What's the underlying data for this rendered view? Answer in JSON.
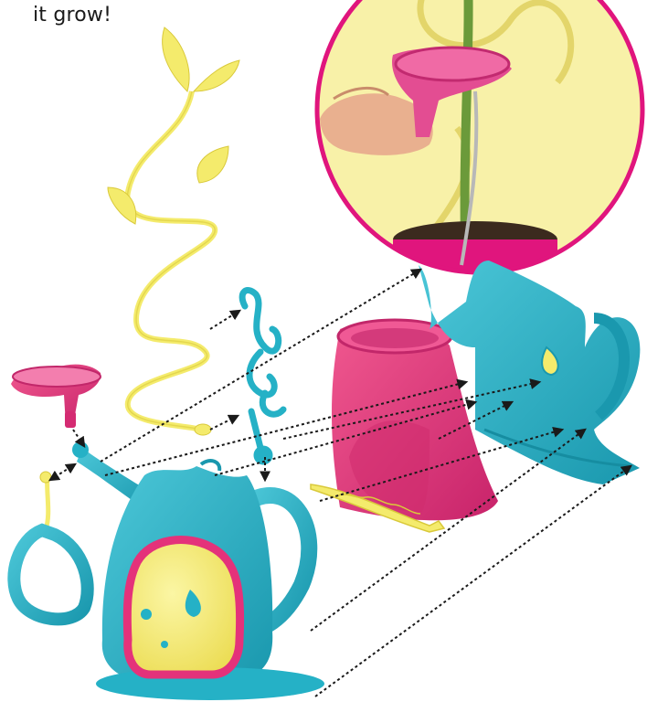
{
  "caption": {
    "text": "it grow!"
  },
  "colors": {
    "turquoise": "#25B1C6",
    "turquoise_dark": "#168DA1",
    "pink": "#E4327A",
    "pink_dark": "#B81E5C",
    "yellow": "#F4EB6C",
    "yellow_dark": "#D9C93A",
    "inset_bg": "#F8F1A8",
    "inset_ring": "#E0157D",
    "arrow": "#1a1a1a"
  },
  "icons": {
    "inset": "photo-inset-funnel-planting",
    "vine": "leafy-vine-stem",
    "funnel": "pink-funnel-spout-cap",
    "hanger": "turquoise-ring-hanger",
    "scroll": "turquoise-scroll-ornament",
    "pot": "pink-flower-pot-insert",
    "yellow_clip": "yellow-lace-clip",
    "back_shell": "turquoise-back-shell-half",
    "front_shell": "watering-can-front-with-door"
  }
}
